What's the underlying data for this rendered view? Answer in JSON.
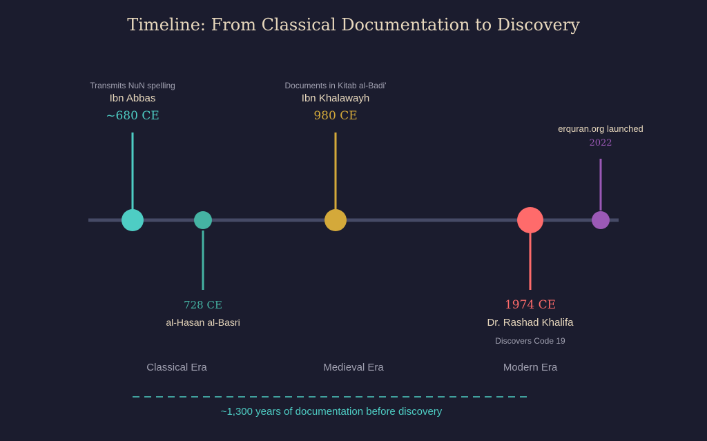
{
  "title": "Timeline: From Classical Documentation to Discovery",
  "colors": {
    "background": "#1b1c2e",
    "axis": "#464a66",
    "title": "#e8d8bd",
    "name": "#e8d8bd",
    "note": "#a0a0b0",
    "era": "#a0a0b0",
    "span": "#4ecdc4"
  },
  "events": [
    {
      "name": "Ibn Abbas",
      "date": "~680 CE",
      "note": "Transmits NuN spelling",
      "color": "#4ecdc4"
    },
    {
      "name": "al-Hasan al-Basri",
      "date": "728 CE",
      "note": "",
      "color": "#45b3a3"
    },
    {
      "name": "Ibn Khalawayh",
      "date": "980 CE",
      "note": "Documents in Kitab al-Badi'",
      "color": "#d4a93a"
    },
    {
      "name": "Dr. Rashad Khalifa",
      "date": "1974 CE",
      "note": "Discovers Code 19",
      "color": "#ff6b6b"
    },
    {
      "name": "erquran.org launched",
      "date": "2022",
      "note": "",
      "color": "#9b59b6"
    }
  ],
  "eras": [
    "Classical Era",
    "Medieval Era",
    "Modern Era"
  ],
  "span_label": "~1,300 years of documentation before discovery"
}
